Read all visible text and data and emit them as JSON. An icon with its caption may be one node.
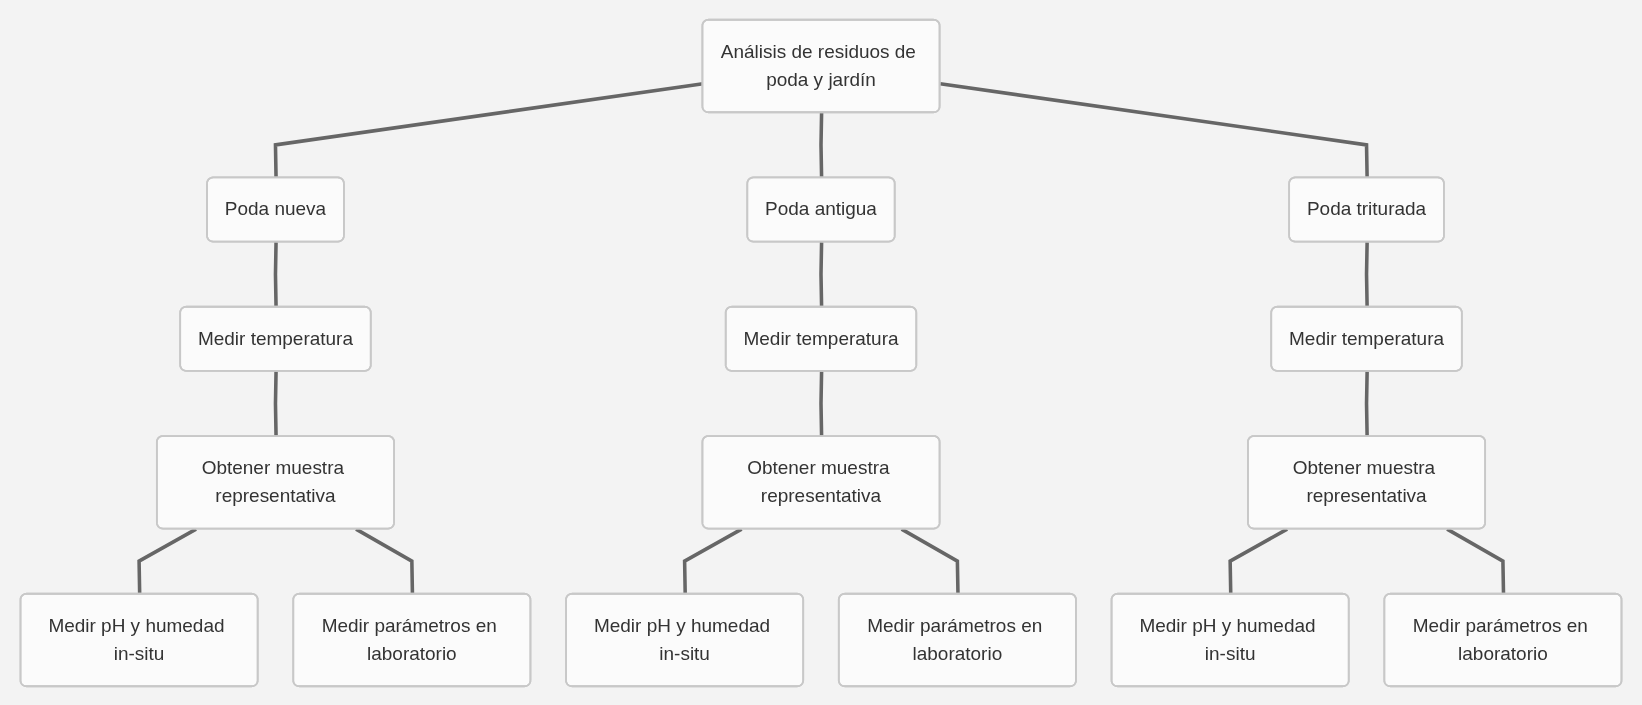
{
  "diagram": {
    "nodes": [
      {
        "text": [
          "Análisis de residuos de poda y jardín"
        ]
      },
      {
        "text": [
          "Poda nueva"
        ]
      },
      {
        "text": [
          "Poda antigua"
        ]
      },
      {
        "text": [
          "Poda triturada"
        ]
      },
      {
        "text": [
          "Medir temperatura"
        ]
      },
      {
        "text": [
          "Medir temperatura"
        ]
      },
      {
        "text": [
          "Medir temperatura"
        ]
      },
      {
        "text": [
          "Obtener muestra representativa"
        ]
      },
      {
        "text": [
          "Obtener muestra representativa"
        ]
      },
      {
        "text": [
          "Obtener muestra representativa"
        ]
      },
      {
        "text": [
          "Medir pH y humedad in-situ"
        ]
      },
      {
        "text": [
          "Medir parámetros en laboratorio"
        ]
      },
      {
        "text": [
          "Medir pH y humedad in-situ"
        ]
      },
      {
        "text": [
          "Medir parámetros en laboratorio"
        ]
      },
      {
        "text": [
          "Medir pH y humedad in-situ"
        ]
      },
      {
        "text": [
          "Medir parámetros en laboratorio"
        ]
      }
    ],
    "edges": [
      {
        "from": 0,
        "to": 1,
        "arrow": "none"
      },
      {
        "from": 0,
        "to": 2,
        "arrow": "none"
      },
      {
        "from": 0,
        "to": 3,
        "arrow": "none"
      },
      {
        "from": 1,
        "to": 4,
        "arrow": "none"
      },
      {
        "from": 2,
        "to": 5,
        "arrow": "none"
      },
      {
        "from": 3,
        "to": 6,
        "arrow": "none"
      },
      {
        "from": 4,
        "to": 7,
        "arrow": "none"
      },
      {
        "from": 5,
        "to": 8,
        "arrow": "none"
      },
      {
        "from": 6,
        "to": 9,
        "arrow": "none"
      },
      {
        "from": 7,
        "to": 10,
        "arrow": "none"
      },
      {
        "from": 7,
        "to": 11,
        "arrow": "none"
      },
      {
        "from": 8,
        "to": 12,
        "arrow": "none"
      },
      {
        "from": 8,
        "to": 13,
        "arrow": "none"
      },
      {
        "from": 9,
        "to": 14,
        "arrow": "none"
      },
      {
        "from": 9,
        "to": 15,
        "arrow": "none"
      }
    ]
  }
}
